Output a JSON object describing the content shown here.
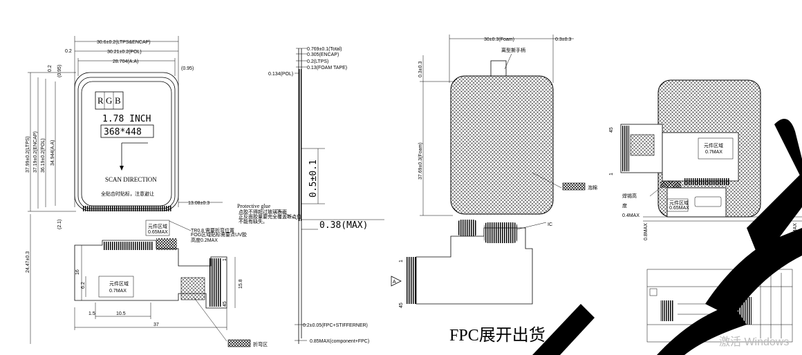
{
  "left_view": {
    "dims_top": [
      "30.6±0.2(LTPS&ENCAP)",
      "30.21±0.2(POL)",
      "28.704(A.A)",
      "0.2",
      "(0.95)",
      "(0.95)"
    ],
    "dims_left": [
      "37.99±0.2(LTPS)",
      "37.19±0.2(ENCAP)",
      "36.19±0.2(POL)",
      "34.944(A.A)",
      "0.2",
      "(2.1)",
      "24.47±0.3"
    ],
    "screen_rgb": [
      "R",
      "G",
      "B"
    ],
    "screen_size": "1.78 INCH",
    "resolution": "368*448",
    "scan_direction": "SCAN DIRECTION",
    "screen_note": "全贴合时贴标，注意避让",
    "right_dim": "13.08±0.3",
    "component_area": "元件区域",
    "component_height": "0.65MAX",
    "tr_label": "TR0.8 需要折弯位置",
    "fpc_note_1": "FOG区域贴标需要点UV胶",
    "fpc_note_2": "高度0.2MAX",
    "fpc_component_area": "元件区域",
    "fpc_component_height": "0.7MAX",
    "dim_16": "16",
    "dim_6_2": "6.2",
    "dim_1_5": "1.5",
    "dim_10_5": "10.5",
    "dim_37": "37",
    "dim_15_8": "15.8",
    "dim_45": "45",
    "dim_1": "1",
    "bend_legend": "折弯区"
  },
  "side_view": {
    "dims": [
      "0.769±0.1(Total)",
      "0.305(ENCAP)",
      "0.2(LTPS)",
      "0.13(FOAM TAPE)"
    ],
    "pol": "0.134(POL)",
    "big_dim": "0.5±0.1",
    "max_dim": "0.38(MAX)",
    "protective_glue": "Protective glue",
    "glue_note_1": "点胶不得超过玻璃表面",
    "glue_note_2": "正反面胶量要完全覆盖断点位",
    "glue_note_3": "不能有缺失。",
    "bottom_dim_1": "0.2±0.05(FPC+STIFFERNER)",
    "bottom_dim_2": "0.85MAX(component+FPC)"
  },
  "back_view": {
    "top_dim_1": "30±0.3(Foam)",
    "top_dim_2": "0.3±0.3",
    "left_dim_1": "0.3±0.3",
    "left_dim_2": "37.69±0.3(Foam)",
    "tab_label": "离型撕手柄",
    "foam_legend": "泡棉",
    "ic_label": "IC",
    "pin_1": "1",
    "pin_45": "45",
    "a_mark": "A",
    "title": "FPC展开出货"
  },
  "right_view": {
    "pin_45": "45",
    "pin_1": "1",
    "component_area": "元件区域",
    "component_height": "0.7MAX",
    "solder_1": "焊锡高",
    "solder_2": "度",
    "solder_3": "0.4MAX",
    "small_area": "元件区域",
    "small_height": "0.65MAX",
    "dim_08_1": "0.8MAX",
    "dim_08_2": "0.8MAX"
  },
  "watermark": "激活 Windows"
}
